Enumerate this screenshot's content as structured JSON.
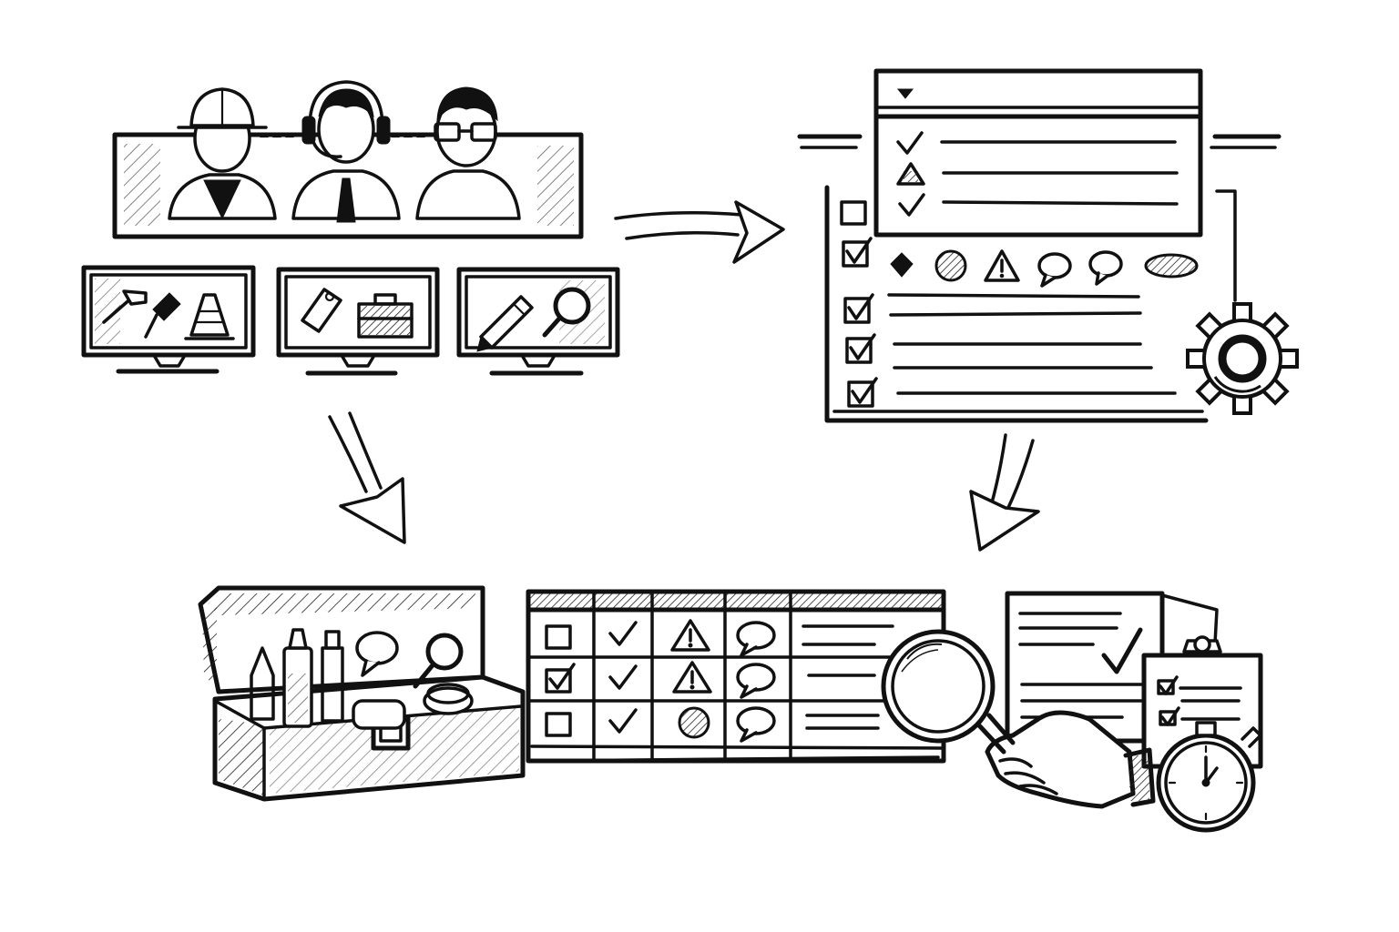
{
  "colors": {
    "ink": "#111111",
    "paper": "#ffffff",
    "hatch": "#222222"
  },
  "people": [
    {
      "role": "worker",
      "icon": "hard-hat-icon"
    },
    {
      "role": "support-agent",
      "icon": "headset-icon"
    },
    {
      "role": "analyst",
      "icon": "glasses-icon"
    }
  ],
  "monitors": [
    {
      "icons": [
        "hammer-icon",
        "tile-cutter-icon",
        "traffic-cone-icon"
      ]
    },
    {
      "icons": [
        "tag-icon",
        "briefcase-icon"
      ]
    },
    {
      "icons": [
        "pencil-icon",
        "magnifier-icon"
      ]
    }
  ],
  "form_panel": {
    "rows": [
      {
        "checked": true,
        "icon": "check-icon"
      },
      {
        "checked": true,
        "icon": "warning-icon"
      },
      {
        "checked": true,
        "icon": "check-icon"
      }
    ],
    "status_icons": [
      "diamond-icon",
      "circle-icon",
      "warning-icon",
      "speech-bubble-icon",
      "speech-bubble-icon",
      "leaf-icon"
    ],
    "checkbox_rows": [
      false,
      true,
      true,
      true,
      true
    ]
  },
  "grid_table": {
    "rows": [
      {
        "checked": false,
        "status": "warning-icon"
      },
      {
        "checked": true,
        "status": "warning-icon"
      },
      {
        "checked": false,
        "status": "circle-icon"
      }
    ]
  }
}
